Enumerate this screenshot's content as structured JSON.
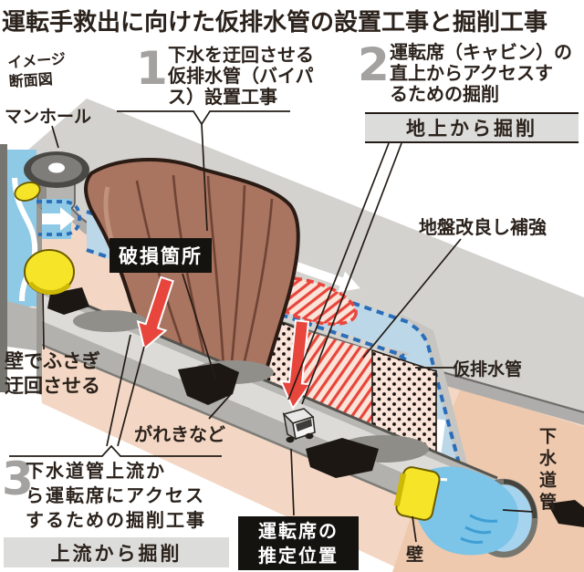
{
  "title": "運転手救出に向けた仮排水管の設置工事と掘削工事",
  "diagram_note": {
    "l1": "イメージ",
    "l2": "断面図"
  },
  "steps": {
    "one": {
      "num": "1",
      "l1": "下水を迂回させる",
      "l2": "仮排水管（バイパ",
      "l3": "ス）設置工事"
    },
    "two": {
      "num": "2",
      "l1": "運転席（キャビン）の",
      "l2": "直上からアクセスす",
      "l3": "るための掘削",
      "badge": "地上から掘削"
    },
    "three": {
      "num": "3",
      "l1": "下水道管上流か",
      "l2": "ら運転席にアクセス",
      "l3": "するための掘削工事",
      "badge": "上流から掘削"
    }
  },
  "labels": {
    "manhole": "マンホール",
    "damage": "破損箇所",
    "ground_improvement": "地盤改良し補強",
    "wall_seal_l1": "壁でふさぎ",
    "wall_seal_l2": "迂回させる",
    "debris": "がれきなど",
    "temp_drain": "仮排水管",
    "sewer_pipe": "下水道管",
    "wall": "壁",
    "cabin_l1": "運転席の",
    "cabin_l2": "推定位置"
  },
  "colors": {
    "text": "#2b221c",
    "step_number": "#a3a2a0",
    "badge_bg": "#dcdcda",
    "box_bg": "#151310",
    "box_text": "#ffffff",
    "ground_surface": "#d3d2ce",
    "soil_front": "#f3d7c4",
    "soil_side": "#eec9ae",
    "collapse_brown": "#a97460",
    "water_blue": "#8ecae6",
    "bypass_blue": "#bcd8e8",
    "dash_blue": "#2a6db8",
    "pool_blue": "#7cc4e8",
    "excavation_red": "#e8453c",
    "hatch_bg": "#fae3d8",
    "wall_yellow": "#f6e428",
    "pipe_gray": "#b2b1ad",
    "debris_black": "#1c1713"
  }
}
